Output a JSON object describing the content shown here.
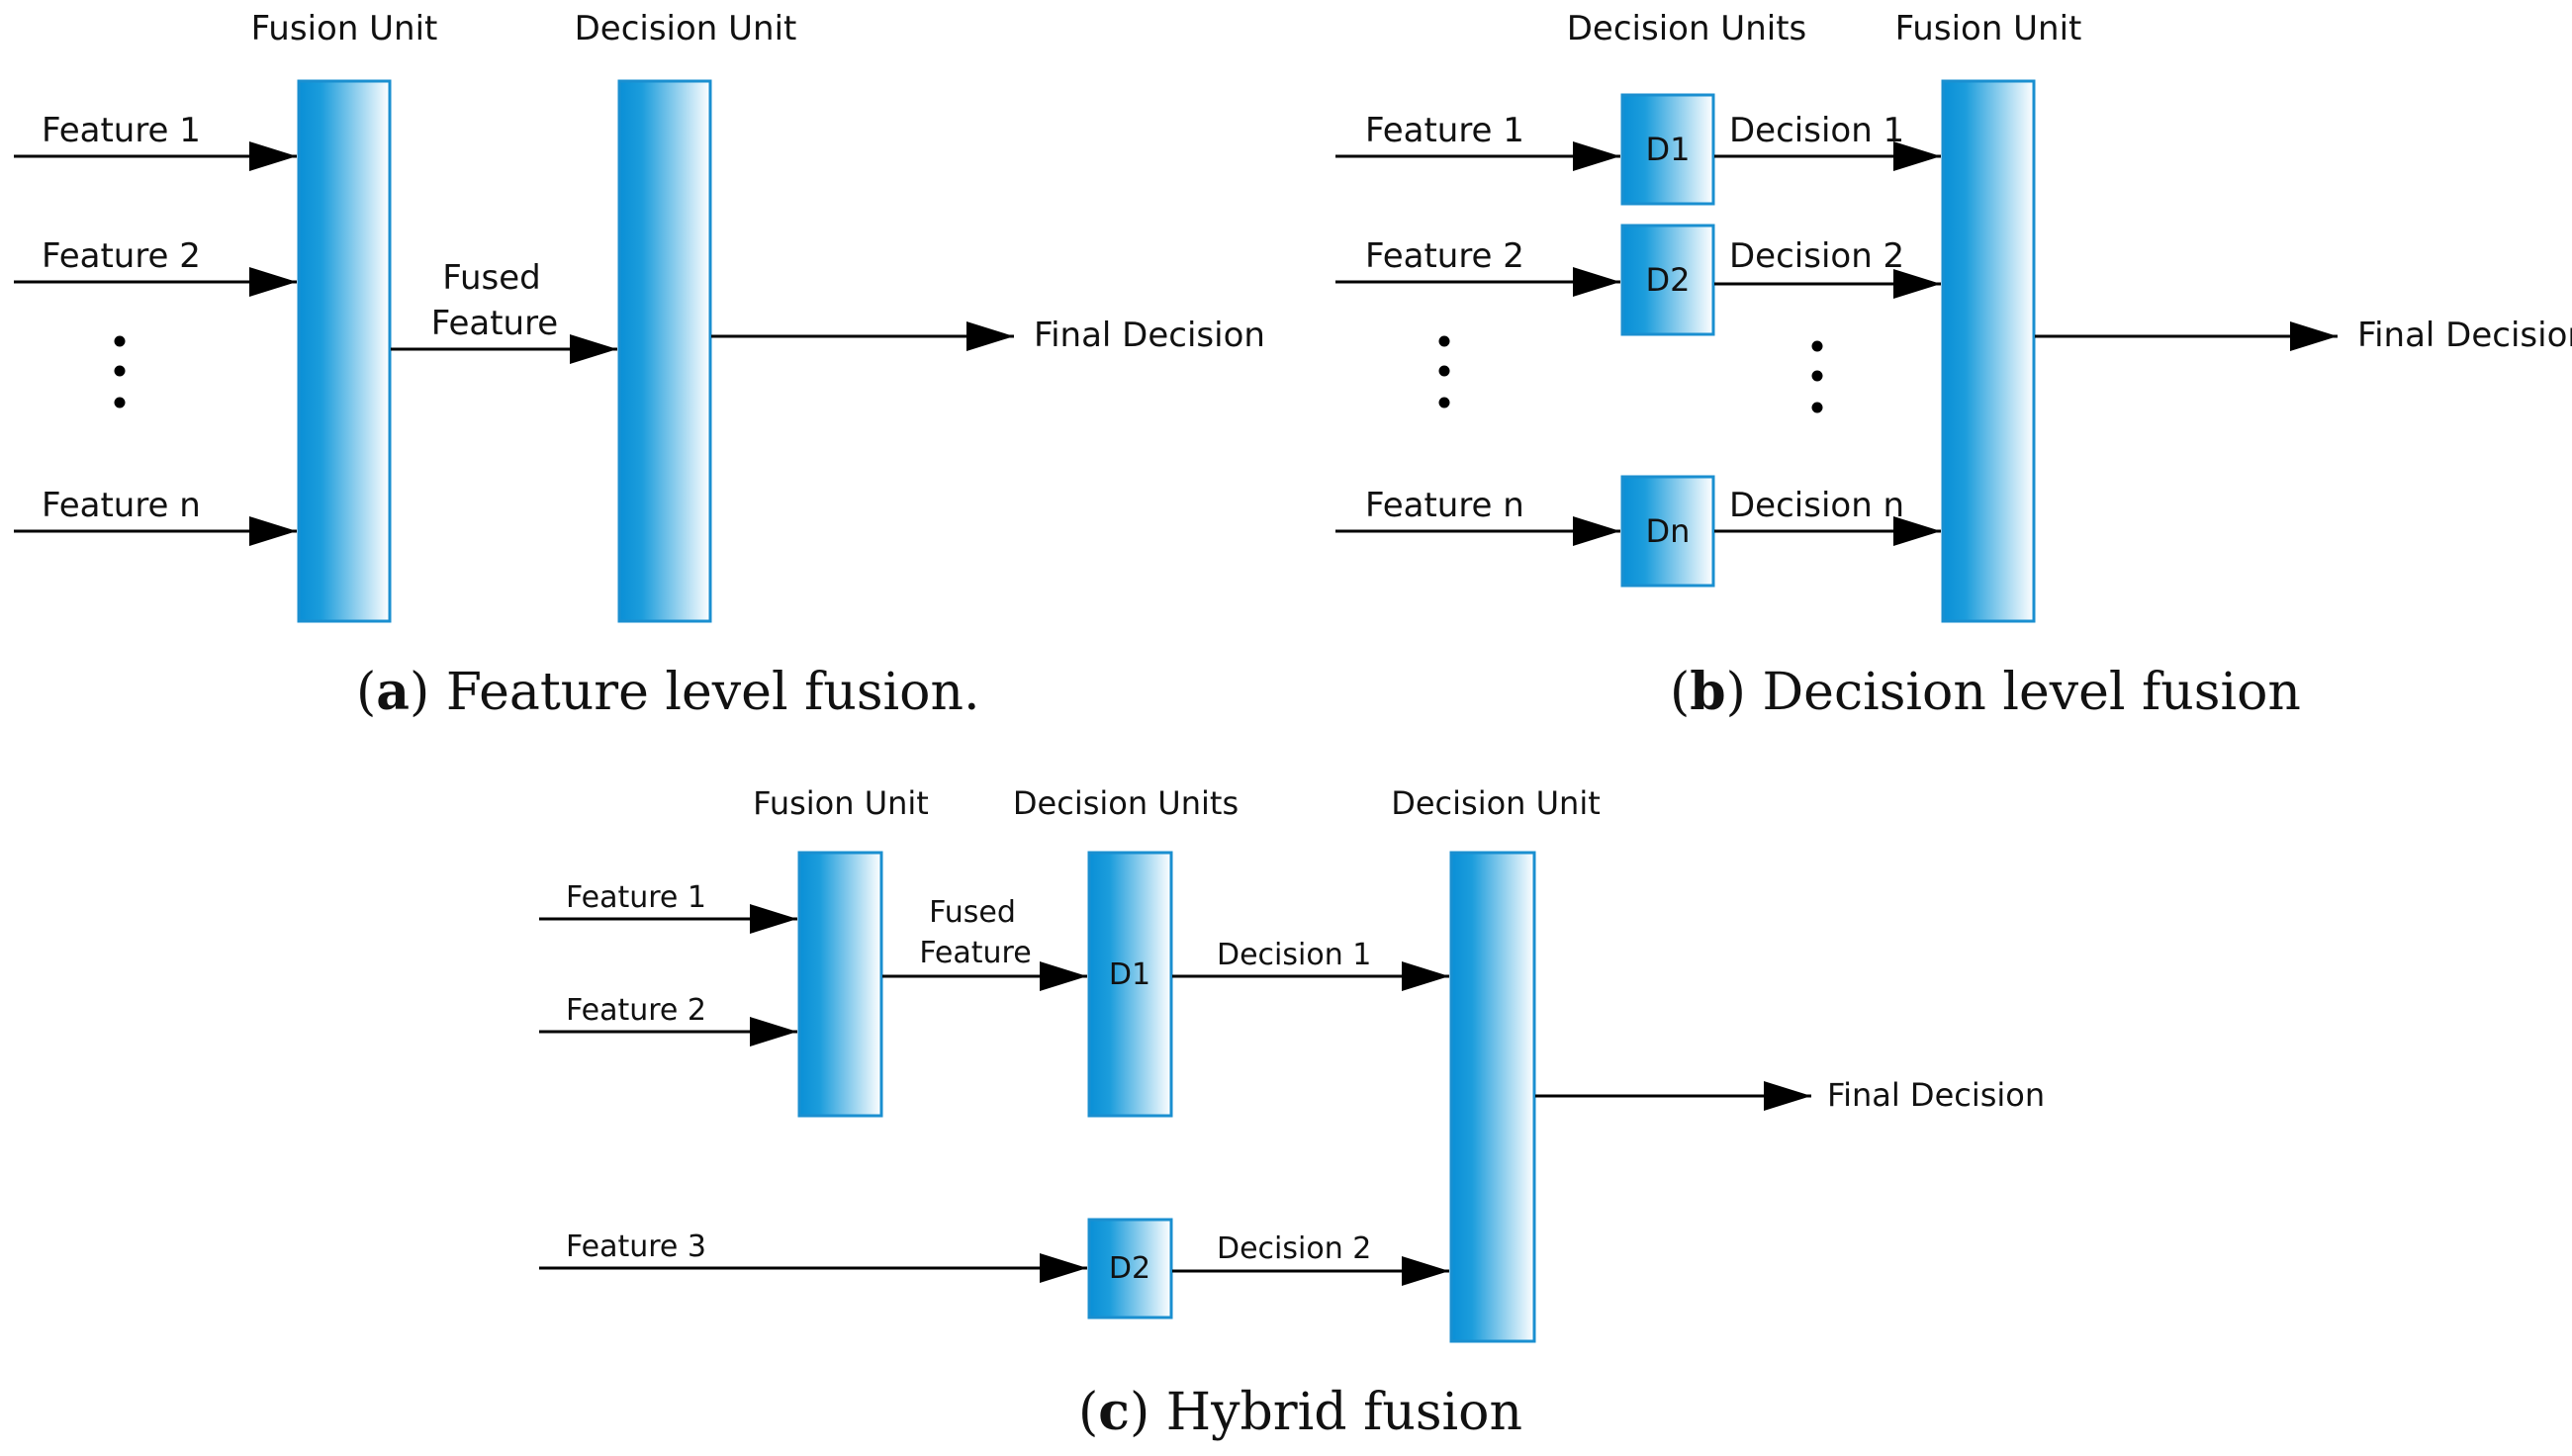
{
  "panel_a": {
    "header_fusion": "Fusion Unit",
    "header_decision": "Decision Unit",
    "inputs": [
      "Feature 1",
      "Feature 2",
      "Feature n"
    ],
    "fused_line1": "Fused",
    "fused_line2": "Feature",
    "output": "Final Decision",
    "caption_letter": "a",
    "caption_text": " Feature level fusion."
  },
  "panel_b": {
    "header_decisions": "Decision Units",
    "header_fusion": "Fusion Unit",
    "inputs": [
      "Feature 1",
      "Feature 2",
      "Feature n"
    ],
    "units": [
      "D1",
      "D2",
      "Dn"
    ],
    "decisions": [
      "Decision 1",
      "Decision 2",
      "Decision n"
    ],
    "output": "Final Decision",
    "caption_letter": "b",
    "caption_text": " Decision level fusion"
  },
  "panel_c": {
    "header_fusion": "Fusion Unit",
    "header_decisions": "Decision Units",
    "header_decision": "Decision Unit",
    "inputs": [
      "Feature 1",
      "Feature 2",
      "Feature 3"
    ],
    "fused_line1": "Fused",
    "fused_line2": "Feature",
    "units": [
      "D1",
      "D2"
    ],
    "decisions": [
      "Decision 1",
      "Decision 2"
    ],
    "output": "Final Decision",
    "caption_letter": "c",
    "caption_text": " Hybrid fusion"
  },
  "colors": {
    "unit_dark": "#0a8fd6",
    "unit_light": "#ffffff",
    "line": "#000000"
  }
}
